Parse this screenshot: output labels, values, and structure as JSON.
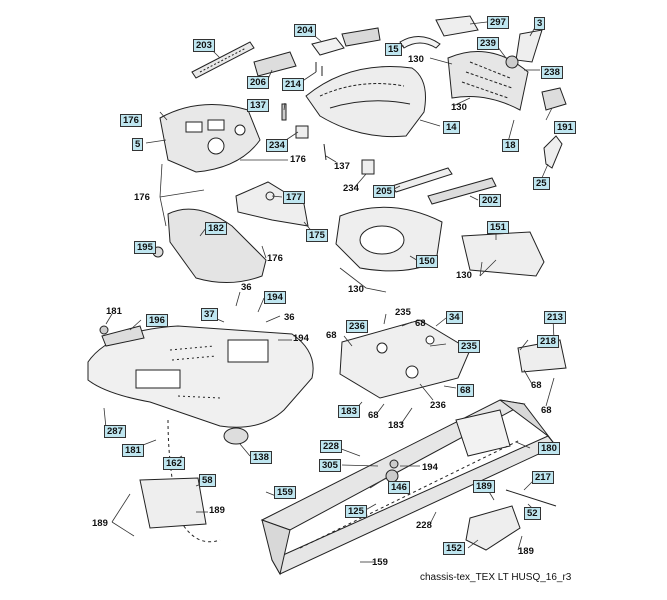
{
  "caption": "chassis-tex_TEX LT HUSQ_16_r3",
  "colors": {
    "callout_fill": "#bfe6f0",
    "line": "#222222",
    "background": "#ffffff"
  },
  "callouts": [
    {
      "id": "c1",
      "text": "203",
      "boxed": true
    },
    {
      "id": "c2",
      "text": "204",
      "boxed": true
    },
    {
      "id": "c3",
      "text": "297",
      "boxed": true
    },
    {
      "id": "c4",
      "text": "3",
      "boxed": true
    },
    {
      "id": "c5",
      "text": "15",
      "boxed": true
    },
    {
      "id": "c6",
      "text": "239",
      "boxed": true
    },
    {
      "id": "c7",
      "text": "130",
      "boxed": false
    },
    {
      "id": "c8",
      "text": "238",
      "boxed": true
    },
    {
      "id": "c9",
      "text": "206",
      "boxed": true
    },
    {
      "id": "c10",
      "text": "214",
      "boxed": true
    },
    {
      "id": "c11",
      "text": "130",
      "boxed": false
    },
    {
      "id": "c12",
      "text": "137",
      "boxed": true
    },
    {
      "id": "c13",
      "text": "176",
      "boxed": true
    },
    {
      "id": "c14",
      "text": "5",
      "boxed": true
    },
    {
      "id": "c15",
      "text": "234",
      "boxed": true
    },
    {
      "id": "c16",
      "text": "14",
      "boxed": true
    },
    {
      "id": "c17",
      "text": "191",
      "boxed": true
    },
    {
      "id": "c18",
      "text": "18",
      "boxed": true
    },
    {
      "id": "c19",
      "text": "176",
      "boxed": false
    },
    {
      "id": "c20",
      "text": "137",
      "boxed": false
    },
    {
      "id": "c21",
      "text": "234",
      "boxed": false
    },
    {
      "id": "c22",
      "text": "25",
      "boxed": true
    },
    {
      "id": "c23",
      "text": "176",
      "boxed": false
    },
    {
      "id": "c24",
      "text": "177",
      "boxed": true
    },
    {
      "id": "c25",
      "text": "205",
      "boxed": true
    },
    {
      "id": "c26",
      "text": "202",
      "boxed": true
    },
    {
      "id": "c27",
      "text": "182",
      "boxed": true
    },
    {
      "id": "c28",
      "text": "175",
      "boxed": true
    },
    {
      "id": "c29",
      "text": "151",
      "boxed": true
    },
    {
      "id": "c30",
      "text": "195",
      "boxed": true
    },
    {
      "id": "c31",
      "text": "176",
      "boxed": false
    },
    {
      "id": "c32",
      "text": "150",
      "boxed": true
    },
    {
      "id": "c33",
      "text": "130",
      "boxed": false
    },
    {
      "id": "c34",
      "text": "130",
      "boxed": false
    },
    {
      "id": "c35",
      "text": "36",
      "boxed": false
    },
    {
      "id": "c36",
      "text": "194",
      "boxed": true
    },
    {
      "id": "c37",
      "text": "235",
      "boxed": false
    },
    {
      "id": "c38",
      "text": "181",
      "boxed": false
    },
    {
      "id": "c39",
      "text": "37",
      "boxed": true
    },
    {
      "id": "c40",
      "text": "36",
      "boxed": false
    },
    {
      "id": "c41",
      "text": "236",
      "boxed": true
    },
    {
      "id": "c42",
      "text": "68",
      "boxed": false
    },
    {
      "id": "c43",
      "text": "34",
      "boxed": true
    },
    {
      "id": "c44",
      "text": "213",
      "boxed": true
    },
    {
      "id": "c45",
      "text": "196",
      "boxed": true
    },
    {
      "id": "c46",
      "text": "194",
      "boxed": false
    },
    {
      "id": "c47",
      "text": "68",
      "boxed": false
    },
    {
      "id": "c48",
      "text": "235",
      "boxed": true
    },
    {
      "id": "c49",
      "text": "218",
      "boxed": true
    },
    {
      "id": "c50",
      "text": "68",
      "boxed": true
    },
    {
      "id": "c51",
      "text": "68",
      "boxed": false
    },
    {
      "id": "c52",
      "text": "236",
      "boxed": false
    },
    {
      "id": "c53",
      "text": "183",
      "boxed": true
    },
    {
      "id": "c54",
      "text": "68",
      "boxed": false
    },
    {
      "id": "c55",
      "text": "68",
      "boxed": false
    },
    {
      "id": "c56",
      "text": "183",
      "boxed": false
    },
    {
      "id": "c57",
      "text": "287",
      "boxed": true
    },
    {
      "id": "c58",
      "text": "181",
      "boxed": true
    },
    {
      "id": "c59",
      "text": "162",
      "boxed": true
    },
    {
      "id": "c60",
      "text": "138",
      "boxed": true
    },
    {
      "id": "c61",
      "text": "228",
      "boxed": true
    },
    {
      "id": "c62",
      "text": "180",
      "boxed": true
    },
    {
      "id": "c63",
      "text": "305",
      "boxed": true
    },
    {
      "id": "c64",
      "text": "194",
      "boxed": false
    },
    {
      "id": "c65",
      "text": "58",
      "boxed": true
    },
    {
      "id": "c66",
      "text": "146",
      "boxed": true
    },
    {
      "id": "c67",
      "text": "159",
      "boxed": true
    },
    {
      "id": "c68",
      "text": "189",
      "boxed": true
    },
    {
      "id": "c69",
      "text": "217",
      "boxed": true
    },
    {
      "id": "c70",
      "text": "189",
      "boxed": false
    },
    {
      "id": "c71",
      "text": "189",
      "boxed": false
    },
    {
      "id": "c72",
      "text": "125",
      "boxed": true
    },
    {
      "id": "c73",
      "text": "52",
      "boxed": true
    },
    {
      "id": "c74",
      "text": "228",
      "boxed": false
    },
    {
      "id": "c75",
      "text": "152",
      "boxed": true
    },
    {
      "id": "c76",
      "text": "189",
      "boxed": false
    },
    {
      "id": "c77",
      "text": "159",
      "boxed": false
    }
  ]
}
